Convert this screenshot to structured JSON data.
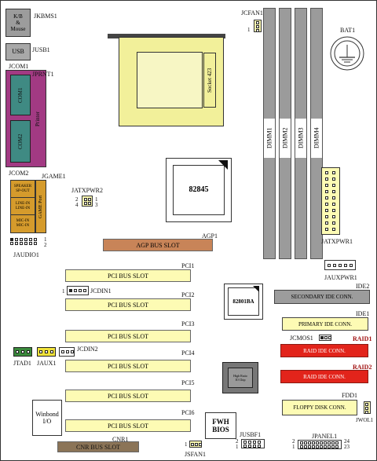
{
  "colors": {
    "pcb": "#ffffff",
    "ps2": "#9c9c9c",
    "usb": "#a8a8a8",
    "com": "#3f8a83",
    "lpt": "#a23a83",
    "audio": "#d59b2c",
    "cpu_socket": "#f2f09a",
    "dimm": "#9b9b9b",
    "slot": "#fdfbb4",
    "agp": "#c88458",
    "cnr": "#8b7457",
    "raid": "#e2241b"
  },
  "icons": [
    "battery-icon",
    "chip-icon",
    "pin-header-icon"
  ],
  "connectors": {
    "ps2": "K/B\n&\nMouse",
    "jkbms": "JKBMS1",
    "usb": "USB",
    "jusb": "JUSB1",
    "jcom1": "JCOM1",
    "jprnt": "JPRNT1",
    "com1": "COM1",
    "com2": "COM2",
    "printer": "Printer",
    "jcom2": "JCOM2",
    "jgame": "JGAME1",
    "game_port": "GAME Port",
    "audio_jacks": [
      "SPEAKER",
      "SP-OUT",
      "LINE-IN",
      "LINE-IN",
      "MIC-IN",
      "MIC-IN"
    ],
    "jaudio": "JAUDIO1"
  },
  "cpu": {
    "socket_label": "Socket 423",
    "jcfan": "JCFAN1",
    "pin_one": "1"
  },
  "battery": "BAT1",
  "dimms": [
    "DIMM1",
    "DIMM2",
    "DIMM3",
    "DIMM4"
  ],
  "chips": {
    "north": "82845",
    "south": "82801BA",
    "lpc_io": "High Ratio\nIO Chip",
    "winbond": "Winbond\nI/O",
    "fwh": "FWH\nBIOS"
  },
  "power": {
    "jatxpwr2": "JATXPWR2",
    "p2": "2",
    "p4": "4",
    "p1": "1",
    "p3": "3",
    "jatxpwr1": "JATXPWR1",
    "jauxpwr": "JAUXPWR1"
  },
  "slots": {
    "agp_name": "AGP1",
    "agp": "AGP BUS SLOT",
    "pci_names": [
      "PCI1",
      "PCI2",
      "PCI3",
      "PCI4",
      "PCI5",
      "PCI6"
    ],
    "pci_label": "PCI BUS SLOT",
    "cnr_name": "CNR1",
    "cnr": "CNR BUS SLOT"
  },
  "ide": {
    "ide2": "IDE2",
    "secondary": "SECONDARY IDE CONN.",
    "ide1": "IDE1",
    "primary": "PRIMARY IDE CONN.",
    "raid1_name": "RAID1",
    "raid1": "RAID IDE CONN.",
    "raid2_name": "RAID2",
    "raid2": "RAID IDE CONN.",
    "fdd_name": "FDD1",
    "fdd": "FLOPPY DISK CONN."
  },
  "headers": {
    "jcdin1": "JCDIN1",
    "jcdin1_pin": "1",
    "jcdin2": "JCDIN2",
    "jtad": "JTAD1",
    "jaux": "JAUX1",
    "jcmos": "JCMOS1",
    "jwol": "JWOL1",
    "jsfan": "JSFAN1",
    "jusbf": "JUSBF1",
    "jusbf_pin1": "2",
    "jusbf_pin2": "1",
    "jpanel": "JPANEL1",
    "jpanel_pins": [
      "24",
      "23",
      "2",
      "1"
    ],
    "jaudio_pins": [
      "1",
      "2"
    ],
    "jsfan_pin": "1"
  }
}
